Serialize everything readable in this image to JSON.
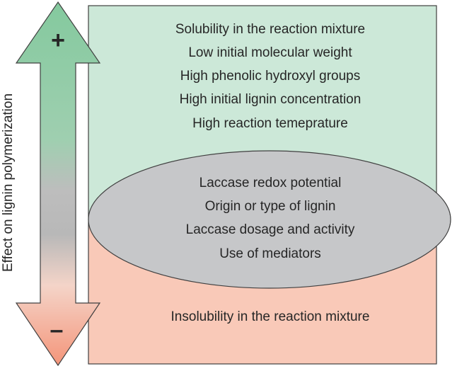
{
  "axis": {
    "label": "Effect on lignin polymerization",
    "positive_sign": "+",
    "negative_sign": "–"
  },
  "positive_factors": [
    "Solubility in the reaction mixture",
    "Low initial molecular weight",
    "High phenolic hydroxyl groups",
    "High initial lignin concentration",
    "High reaction temeprature"
  ],
  "neutral_factors": [
    "Laccase redox potential",
    "Origin or type of lignin",
    "Laccase dosage and activity",
    "Use of mediators"
  ],
  "negative_factors": [
    "Insolubility in the reaction mixture"
  ],
  "colors": {
    "positive_zone": "#cce8d8",
    "negative_zone": "#f9c9b8",
    "neutral_zone": "#c6c7c9",
    "arrow_top": "#84c99e",
    "arrow_middle": "#b8b8b8",
    "arrow_bottom": "#f4957a",
    "outline": "#404040"
  }
}
